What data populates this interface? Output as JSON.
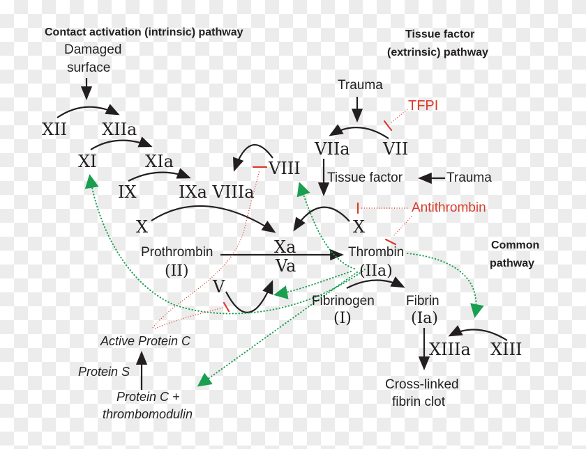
{
  "colors": {
    "ink": "#231f20",
    "red": "#d93b2b",
    "green": "#1a9e50",
    "checker_gray": "#ececec",
    "checker_light": "#ffffff"
  },
  "headers": {
    "intrinsic": "Contact activation (intrinsic) pathway",
    "extrinsic_line1": "Tissue factor",
    "extrinsic_line2": "(extrinsic) pathway",
    "common_line1": "Common",
    "common_line2": "pathway"
  },
  "labels": {
    "damaged_line1": "Damaged",
    "damaged_line2": "surface",
    "xii": "XII",
    "xiia": "XIIa",
    "xi": "XI",
    "xia": "XIa",
    "ix": "IX",
    "ixa_viiia": "IXa VIIIa",
    "x_left": "X",
    "viii": "VIII",
    "x_right": "X",
    "trauma_top": "Trauma",
    "trauma_right": "Trauma",
    "viia": "VIIa",
    "vii": "VII",
    "tissue_factor": "Tissue factor",
    "prothrombin": "Prothrombin",
    "prothrombin_num": "(II)",
    "xa": "Xa",
    "va": "Va",
    "v": "V",
    "thrombin": "Thrombin",
    "thrombin_num": "(IIa)",
    "fibrinogen": "Fibrinogen",
    "fibrinogen_num": "(I)",
    "fibrin": "Fibrin",
    "fibrin_num": "(Ia)",
    "xiiia": "XIIIa",
    "xiii": "XIII",
    "crosslinked_line1": "Cross-linked",
    "crosslinked_line2": "fibrin clot",
    "active_protein_c": "Active Protein C",
    "protein_s": "Protein S",
    "protein_c_tm_line1": "Protein C +",
    "protein_c_tm_line2": "thrombomodulin"
  },
  "inhibitors": {
    "tfpi": "TFPI",
    "antithrombin": "Antithrombin"
  }
}
